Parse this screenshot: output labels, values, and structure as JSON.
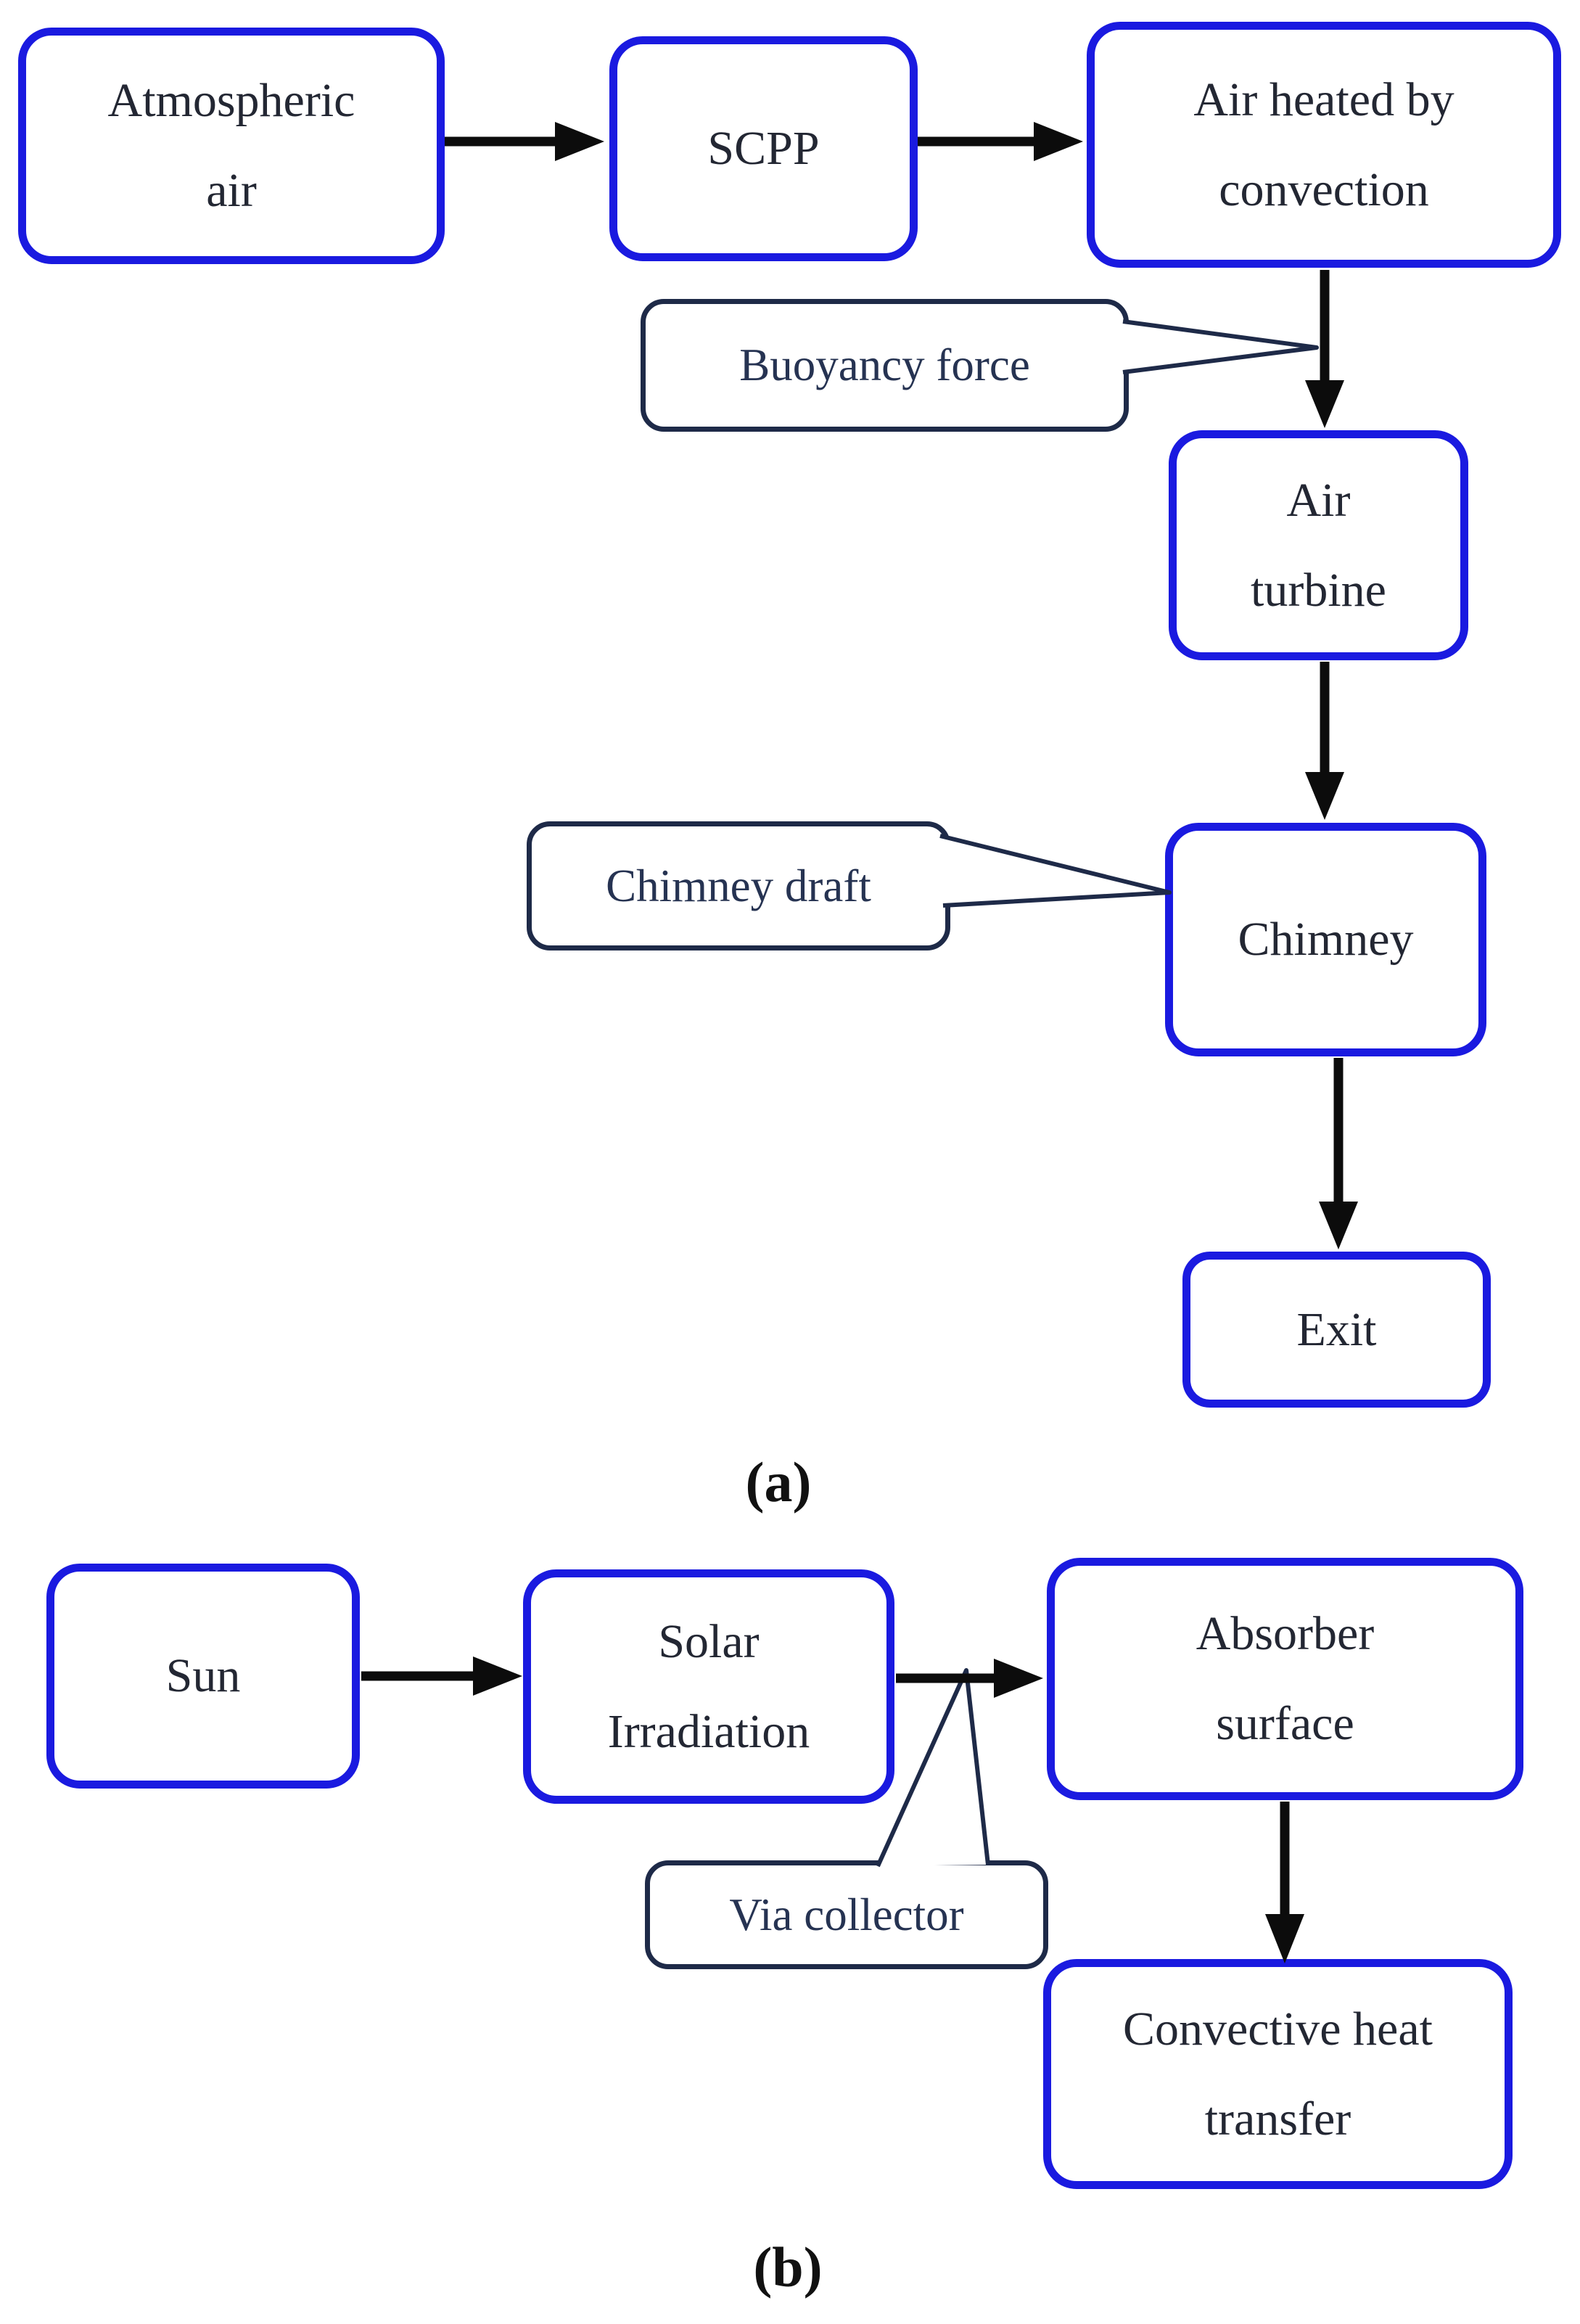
{
  "colors": {
    "box_border": "#1a1ae0",
    "callout_border": "#1e2a48",
    "arrow": "#0c0c0c",
    "node_text": "#232733",
    "callout_text": "#263352",
    "background": "#ffffff",
    "caption_text": "#111111"
  },
  "panel_a": {
    "caption": "(a)",
    "nodes": {
      "atmospheric_air": {
        "line1": "Atmospheric",
        "line2": "air"
      },
      "scpp": {
        "line1": "SCPP"
      },
      "air_heated": {
        "line1": "Air heated by",
        "line2": "convection"
      },
      "air_turbine": {
        "line1": "Air",
        "line2": "turbine"
      },
      "chimney": {
        "line1": "Chimney"
      },
      "exit": {
        "line1": "Exit"
      }
    },
    "callouts": {
      "buoyancy_force": {
        "label": "Buoyancy force"
      },
      "chimney_draft": {
        "label": "Chimney draft"
      }
    }
  },
  "panel_b": {
    "caption": "(b)",
    "nodes": {
      "sun": {
        "line1": "Sun"
      },
      "solar_irradiation": {
        "line1": "Solar",
        "line2": "Irradiation"
      },
      "absorber_surface": {
        "line1": "Absorber",
        "line2": "surface"
      },
      "convective_heat": {
        "line1": "Convective heat",
        "line2": "transfer"
      }
    },
    "callouts": {
      "via_collector": {
        "label": "Via collector"
      }
    }
  }
}
